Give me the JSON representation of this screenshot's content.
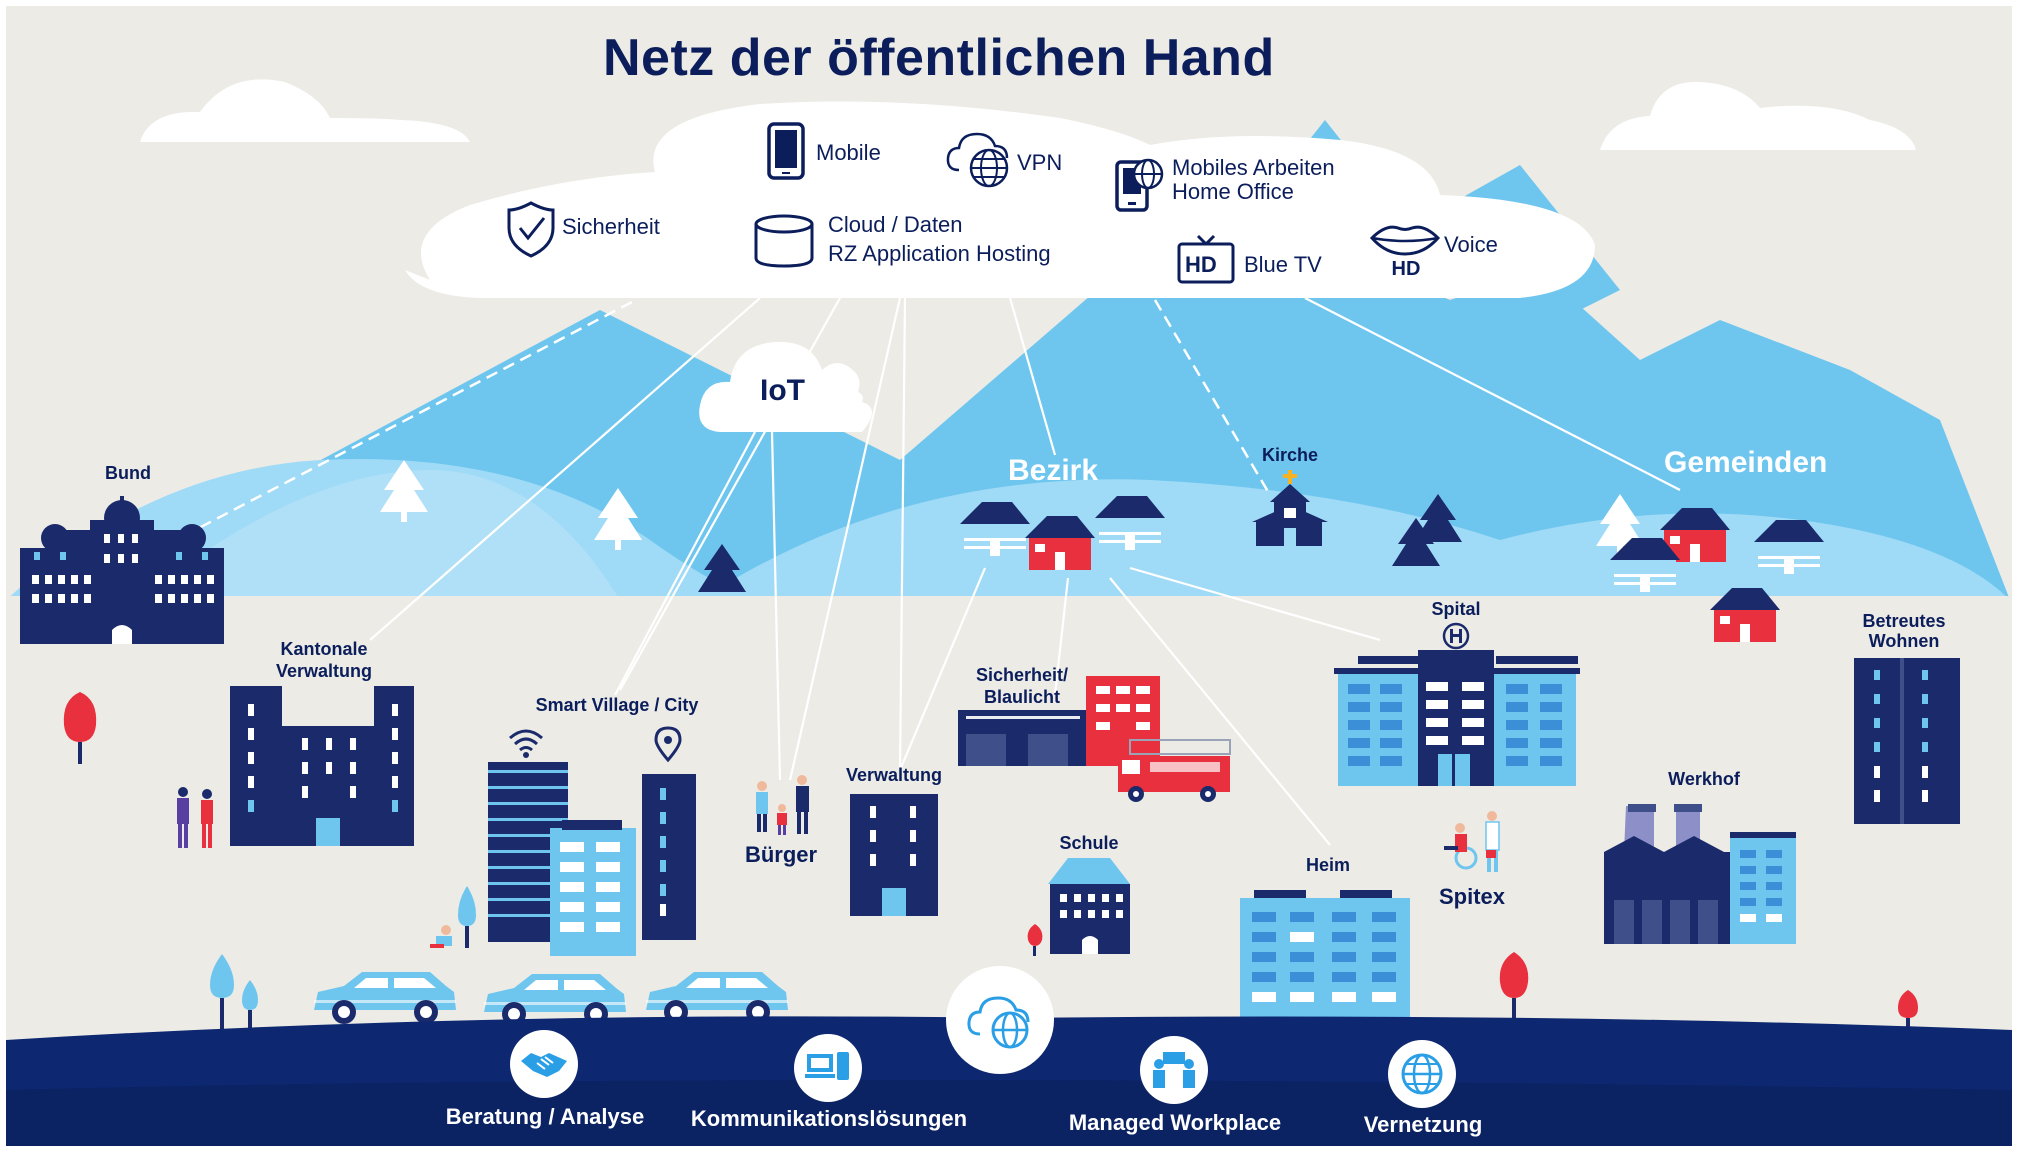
{
  "title": "Netz der öffentlichen Hand",
  "colors": {
    "background": "#ecebe6",
    "navy": "#0b1e5b",
    "sky_blue": "#6ec6ef",
    "light_blue": "#9fdaf6",
    "accent_red": "#e8303e",
    "white": "#ffffff"
  },
  "cloud_services": [
    {
      "label": "Mobile",
      "icon": "smartphone-icon"
    },
    {
      "label": "VPN",
      "icon": "cloud-globe-icon"
    },
    {
      "label": "Mobiles Arbeiten",
      "label2": "Home Office",
      "icon": "mobile-work-icon"
    },
    {
      "label": "Sicherheit",
      "icon": "shield-check-icon"
    },
    {
      "label": "Cloud / Daten",
      "label2": "RZ Application Hosting",
      "icon": "database-icon"
    },
    {
      "label": "Blue TV",
      "icon": "hd-tv-icon",
      "badge": "HD"
    },
    {
      "label": "Voice",
      "icon": "lips-icon",
      "badge": "HD"
    }
  ],
  "iot_label": "IoT",
  "regions": {
    "bezirk": "Bezirk",
    "gemeinden": "Gemeinden"
  },
  "places": {
    "bund": "Bund",
    "kirche": "Kirche",
    "kantonale": "Kantonale",
    "verwaltung_line2": "Verwaltung",
    "smart_village": "Smart Village / City",
    "buerger": "Bürger",
    "verwaltung": "Verwaltung",
    "sicherheit": "Sicherheit/",
    "blaulicht": "Blaulicht",
    "schule": "Schule",
    "heim": "Heim",
    "spital": "Spital",
    "spitex": "Spitex",
    "betreutes": "Betreutes",
    "wohnen": "Wohnen",
    "werkhof": "Werkhof"
  },
  "bottom_services": [
    {
      "label": "Beratung / Analyse",
      "icon": "handshake-icon"
    },
    {
      "label": "Kommunikationslösungen",
      "icon": "devices-icon"
    },
    {
      "label": "Managed Workplace",
      "icon": "people-board-icon"
    },
    {
      "label": "Vernetzung",
      "icon": "globe-icon"
    }
  ],
  "center_icon": "cloud-globe-icon"
}
